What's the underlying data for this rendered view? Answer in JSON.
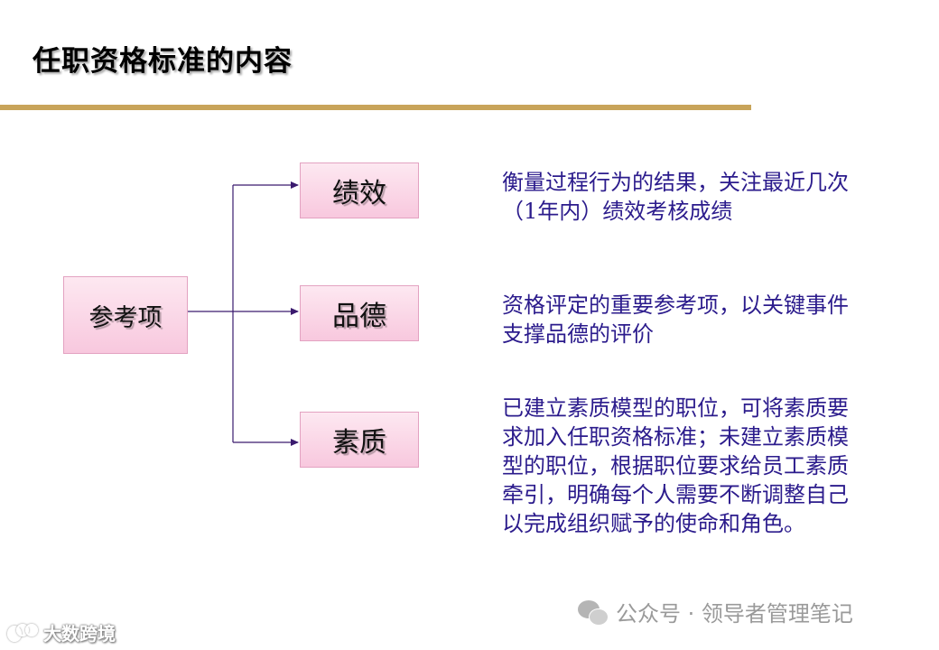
{
  "title": "任职资格标准的内容",
  "root": {
    "label": "参考项"
  },
  "items": [
    {
      "label": "绩效",
      "description": "衡量过程行为的结果，关注最近几次（1年内）绩效考核成绩"
    },
    {
      "label": "品德",
      "description": "资格评定的重要参考项，以关键事件支撑品德的评价"
    },
    {
      "label": "素质",
      "description": "已建立素质模型的职位，可将素质要求加入任职资格标准；未建立素质模型的职位，根据职位要求给员工素质牵引，明确每个人需要不断调整自己以完成组织赋予的使命和角色。"
    }
  ],
  "watermarks": {
    "right_text": "公众号 · 领导者管理笔记",
    "left_text": "大数跨境"
  },
  "colors": {
    "title_rule": "#c8a45a",
    "box_fill": "#fde8f1",
    "box_border": "#e3a2c1",
    "description_text": "#2b1b8c",
    "connector": "#3a1a6e"
  },
  "icons": [
    "wechat-icon",
    "brand-logo-icon"
  ]
}
